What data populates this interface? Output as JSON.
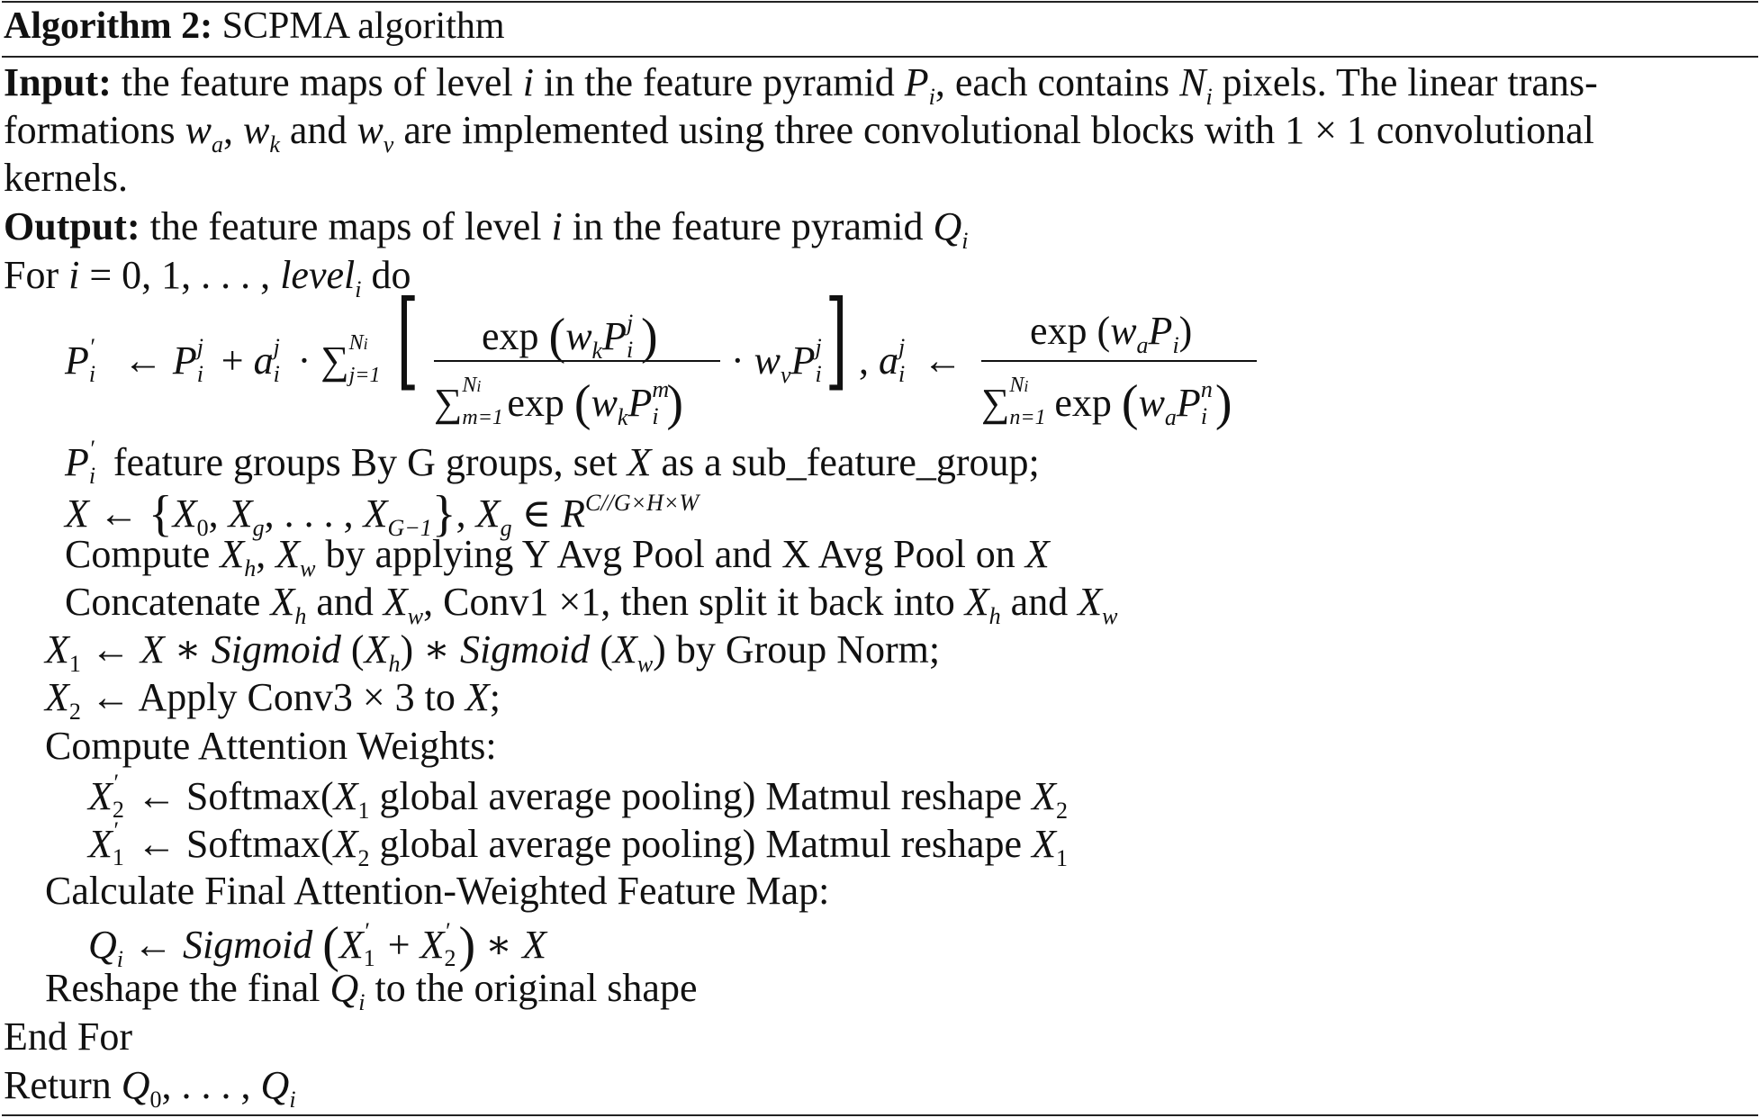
{
  "caption": {
    "label": "Algorithm 2:",
    "title": "SCPMA algorithm"
  },
  "input": {
    "label": "Input:",
    "text_1": "the feature maps of level",
    "text_2": "in the feature pyramid",
    "text_3": ", each contains",
    "text_4": "pixels. The linear trans-",
    "text_5": "formations",
    "text_6": "and",
    "text_7": "are implemented using three convolutional blocks with 1 × 1  convolutional",
    "text_8": "kernels."
  },
  "output": {
    "label": "Output:",
    "text_1": "the feature maps of level",
    "text_2": "in the feature pyramid"
  },
  "loop": {
    "for_text": "For",
    "for_eq": "= 0, 1, . . . ,",
    "do_text": "do",
    "end_text": "End For"
  },
  "steps": {
    "groups_text": "feature groups By G groups, set",
    "groups_tail": "as a sub_feature_group;",
    "compute_xh": "Compute",
    "compute_tail": "by applying Y Avg Pool and X Avg  Pool on",
    "concat_text": "Concatenate",
    "concat_mid": "and",
    "concat_tail": ", Conv1 ×1, then split it back into",
    "concat_and": "and",
    "x1_text": "by Group Norm;",
    "x2_text": "Apply Conv3 × 3 to",
    "attn_title": "Compute Attention Weights:",
    "attn_1": "Softmax(",
    "attn_1_tail": "global average pooling) Matmul  reshape",
    "attn_2": "Softmax(",
    "attn_2_tail": "global average pooling) Matmul  reshape",
    "final_title": "Calculate Final Attention-Weighted Feature Map:",
    "reshape_text": "Reshape the final",
    "reshape_tail": "to the original shape"
  },
  "return_text": "Return"
}
